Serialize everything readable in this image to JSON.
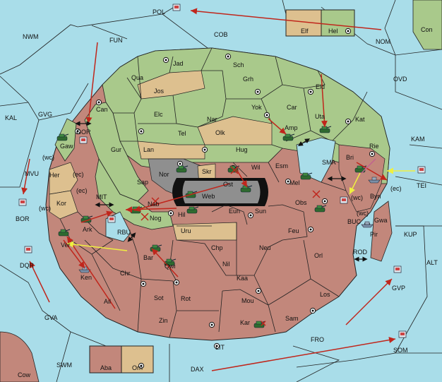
{
  "colors": {
    "sea": "#a9dde9",
    "green_land": "#a9c98b",
    "tan_land": "#ddc08f",
    "red_land": "#c2877b",
    "gray_land": "#8f8f8f",
    "order_arrow": "#c0261c",
    "support_arrow": "#f0f040"
  },
  "icons": {
    "army": "tank-icon",
    "fleet": "ship-icon",
    "supply_center": "circle-dot-icon"
  },
  "sea_labels": {
    "nwm": "NWM",
    "fun": "FUN",
    "cob": "COB",
    "pol": "POL",
    "nom": "NOM",
    "con": "Con",
    "ovd": "OVD",
    "kal": "KAL",
    "gvg": "GVG",
    "kam": "KAM",
    "mvu": "MVU",
    "bor": "BOR",
    "mit": "MIT",
    "rbu": "RBU",
    "sma": "SMA",
    "tei": "TEI",
    "buc": "BUC",
    "kup": "KUP",
    "rod": "ROD",
    "alt": "ALT",
    "dqr": "DQR",
    "gvp": "GVP",
    "gva": "GVA",
    "fro": "FRO",
    "lit": "LIT",
    "som": "SOM",
    "swm": "SWM",
    "dax": "DAX",
    "cow": "Cow"
  },
  "land_labels": {
    "jad": "Jad",
    "sch": "Sch",
    "qua": "Qua",
    "jos": "Jos",
    "grh": "Grh",
    "eld": "Eld",
    "can": "Can",
    "elc": "Elc",
    "nar": "Nar",
    "yok": "Yok",
    "car": "Car",
    "uta": "Uta",
    "kat": "Kat",
    "gor": "GOR",
    "gaw": "Gaw",
    "tel": "Tel",
    "olk": "Olk",
    "amp": "Amp",
    "gur": "Gur",
    "lan": "Lan",
    "hug": "Hug",
    "rie": "Rie",
    "bri": "Bri",
    "nor": "Nor",
    "wil": "Wil",
    "esm": "Esm",
    "skr": "Skr",
    "her": "Her",
    "sap": "Sap",
    "web": "Web",
    "ost": "Ost",
    "mel": "Mel",
    "byn": "Byn",
    "kor": "Kor",
    "nab": "Nab",
    "eun": "Eun",
    "obs": "Obs",
    "hil": "Hil",
    "sun": "Sun",
    "gwa": "Gwa",
    "ark": "Ark",
    "nog": "Nog",
    "pir": "Pir",
    "uru": "Uru",
    "feu": "Feu",
    "ver": "Ver",
    "chp": "Chp",
    "neu": "Neu",
    "bar": "Bar",
    "qwi": "Qwi",
    "nil": "Nil",
    "orl": "Orl",
    "ken": "Ken",
    "chr": "Chr",
    "kaa": "Kaa",
    "los": "Los",
    "ail": "Ail",
    "sot": "Sot",
    "rot": "Rot",
    "mou": "Mou",
    "zin": "Zin",
    "kar": "Kar",
    "sam": "Sam",
    "elf": "Elf",
    "hel": "Hel",
    "aba": "Aba",
    "orn": "Orn"
  },
  "coast_marks": {
    "wc1": "(wc)",
    "ec1": "(ec)",
    "ec2": "(ec)",
    "wc2": "(wc)",
    "wc3": "(wc)",
    "ec3": "(ec)",
    "wc4": "(wc)"
  }
}
